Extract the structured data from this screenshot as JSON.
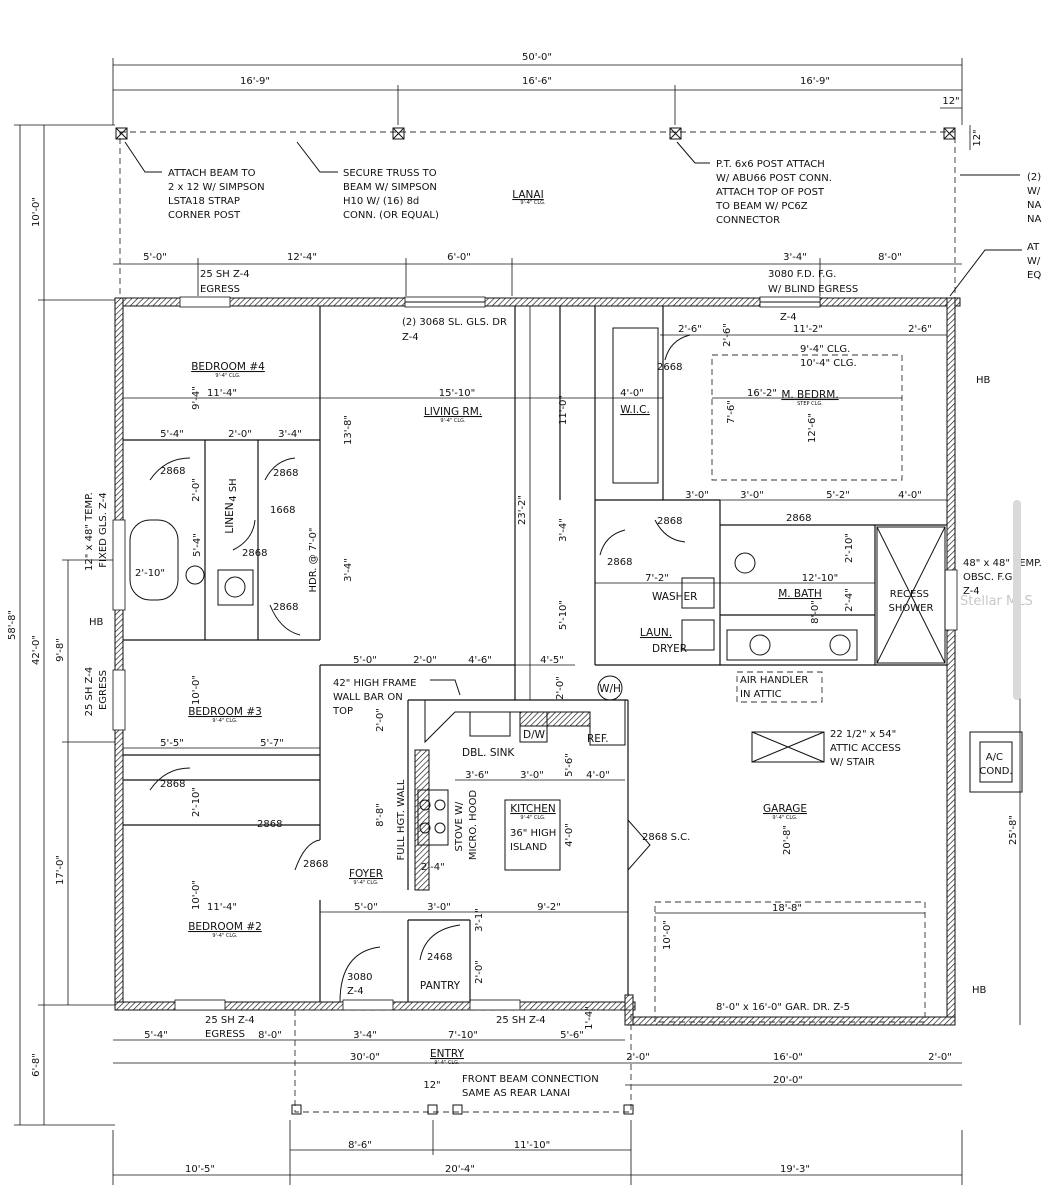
{
  "overall": {
    "width": "50'-0\"",
    "seg_top": [
      "16'-9\"",
      "16'-6\"",
      "16'-9\""
    ],
    "post_offset": "12\"",
    "depth_total": "58'-8\"",
    "depth_lanai": "10'-0\"",
    "depth_house": "42'-0\"",
    "depth_entry": "6'-8\""
  },
  "rooms": {
    "lanai": "LANAI",
    "bed4": "BEDROOM #4",
    "living": "LIVING RM.",
    "mbed": "M. BEDRM.",
    "bed3": "BEDROOM #3",
    "bed2": "BEDROOM #2",
    "kitchen": "KITCHEN",
    "foyer": "FOYER",
    "garage": "GARAGE",
    "entry": "ENTRY",
    "mbath": "M. BATH",
    "wic": "W.I.C.",
    "laun": "LAUN.",
    "pantry": "PANTRY",
    "linen": "LINEN"
  },
  "room_sub": {
    "std": "9'-4\" CLG.",
    "mbed": "STEP CLG."
  },
  "notes": {
    "attach_beam": [
      "ATTACH BEAM TO",
      "2 x 12 W/ SIMPSON",
      "LSTA18 STRAP",
      "CORNER POST"
    ],
    "secure_truss": [
      "SECURE TRUSS TO",
      "BEAM W/ SIMPSON",
      "H10 W/ (16) 8d",
      "CONN. (OR EQUAL)"
    ],
    "post_attach": [
      "P.T. 6x6 POST ATTACH",
      "W/ ABU66 POST CONN.",
      "ATTACH TOP OF POST",
      "TO BEAM W/ PC6Z",
      "CONNECTOR"
    ],
    "right_cut_1": [
      "(2)",
      "W/",
      "NA",
      "NA"
    ],
    "right_cut_2": [
      "AT",
      "W/",
      "EQ"
    ],
    "sh_egress_top": [
      "25 SH Z-4",
      "EGRESS"
    ],
    "fd_blind": [
      "3080 F.D. F.G.",
      "W/ BLIND EGRESS"
    ],
    "sl_door": [
      "(2) 3068 SL. GLS. DR",
      "Z-4"
    ],
    "z4_mbr": "Z-4",
    "clg_mbr": [
      "9'-4\" CLG.",
      "10'-4\" CLG."
    ],
    "temp_fixed": [
      "12\" x 48\" TEMP.",
      "FIXED GLS. Z-4"
    ],
    "sh_egress_left": [
      "25 SH Z-4",
      "EGRESS"
    ],
    "frame_wall": [
      "42\" HIGH FRAME",
      "WALL BAR ON",
      "TOP"
    ],
    "full_hgt": "FULL HGT. WALL",
    "stove": [
      "STOVE W/",
      "MICRO. HOOD"
    ],
    "island": [
      "36\" HIGH",
      "ISLAND"
    ],
    "dbl_sink": "DBL. SINK",
    "dw": "D/W",
    "ref": "REF.",
    "wh": "W/H",
    "air_handler": [
      "AIR HANDLER",
      "IN ATTIC"
    ],
    "attic": [
      "22 1/2\" x 54\"",
      "ATTIC ACCESS",
      "W/ STAIR"
    ],
    "washer": "WASHER",
    "dryer": "DRYER",
    "recess": [
      "RECESS",
      "SHOWER"
    ],
    "obsc": [
      "48\" x 48\" TEMP.",
      "OBSC. F.G.",
      "Z-4"
    ],
    "ac_cond": [
      "A/C",
      "COND."
    ],
    "hdr": "HDR. @ 7'-0\"",
    "hb": "HB",
    "z4": "Z-4",
    "door_3080": [
      "3080",
      "Z-4"
    ],
    "sh_egress_bottom": [
      "25 SH Z-4",
      "EGRESS"
    ],
    "sh_z4_bottom": "25 SH Z-4",
    "gar_door": "8'-0\" x 16'-0\" GAR. DR. Z-5",
    "front_beam": [
      "FRONT BEAM CONNECTION",
      "SAME AS REAR LANAI"
    ],
    "sc_door": "2868 S.C."
  },
  "door_tags": {
    "d2868": "2868",
    "d2668": "2668",
    "d1668": "1668",
    "d2468": "2468",
    "sh4": "4 SH"
  },
  "dims": {
    "lanai_row": [
      "5'-0\"",
      "12'-4\"",
      "6'-0\"",
      "3'-4\"",
      "8'-0\""
    ],
    "mbr_row": [
      "2'-6\"",
      "11'-2\"",
      "2'-6\""
    ],
    "mbr_in": [
      "2'-6\"",
      "16'-2\"",
      "7'-6\"",
      "12'-6\""
    ],
    "wic": [
      "4'-0\"",
      "11'-0\""
    ],
    "bed4": [
      "11'-4\"",
      "9'-4\""
    ],
    "living": [
      "15'-10\"",
      "13'-8\"",
      "23'-2\""
    ],
    "bath_row": [
      "5'-4\"",
      "2'-0\"",
      "3'-4\""
    ],
    "bath_v": [
      "2'-0\"",
      "5'-4\"",
      "3'-4\"",
      "2'-10\""
    ],
    "mid_row": [
      "3'-0\"",
      "3'-0\"",
      "5'-2\"",
      "4'-0\""
    ],
    "mid_v": [
      "3'-4\"",
      "5'-10\""
    ],
    "laun": [
      "7'-2\"",
      "12'-10\"",
      "2'-10\"",
      "2'-4\"",
      "8'-0\""
    ],
    "left_v": [
      "9'-8\"",
      "17'-0\""
    ],
    "kit_row": [
      "5'-0\"",
      "2'-0\"",
      "4'-6\"",
      "4'-5\""
    ],
    "kit_v": [
      "2'-0\"",
      "2'-0\"",
      "8'-8\"",
      "5'-6\"",
      "4'-0\""
    ],
    "kit_row2": [
      "3'-6\"",
      "3'-0\"",
      "4'-0\""
    ],
    "bed3": [
      "10'-0\"",
      "5'-5\"",
      "5'-7\"",
      "2'-10\""
    ],
    "foyer": [
      "2'-4\"",
      "5'-0\"",
      "3'-0\"",
      "9'-2\"",
      "3'-1\"",
      "2'-0\""
    ],
    "bed2": [
      "10'-0\"",
      "11'-4\""
    ],
    "garage": [
      "20'-8\"",
      "18'-8\"",
      "10'-0\"",
      "25'-8\""
    ],
    "bottom_row": [
      "5'-4\"",
      "8'-0\"",
      "3'-4\"",
      "7'-10\"",
      "5'-6\"",
      "1'-4\""
    ],
    "bottom_row2": [
      "30'-0\"",
      "2'-0\"",
      "16'-0\"",
      "2'-0\""
    ],
    "bottom_row3": [
      "20'-0\""
    ],
    "porch": [
      "8'-6\"",
      "11'-10\"",
      "12\""
    ],
    "final_row": [
      "10'-5\"",
      "20'-4\"",
      "19'-3\""
    ]
  },
  "watermark": "Stellar MLS"
}
